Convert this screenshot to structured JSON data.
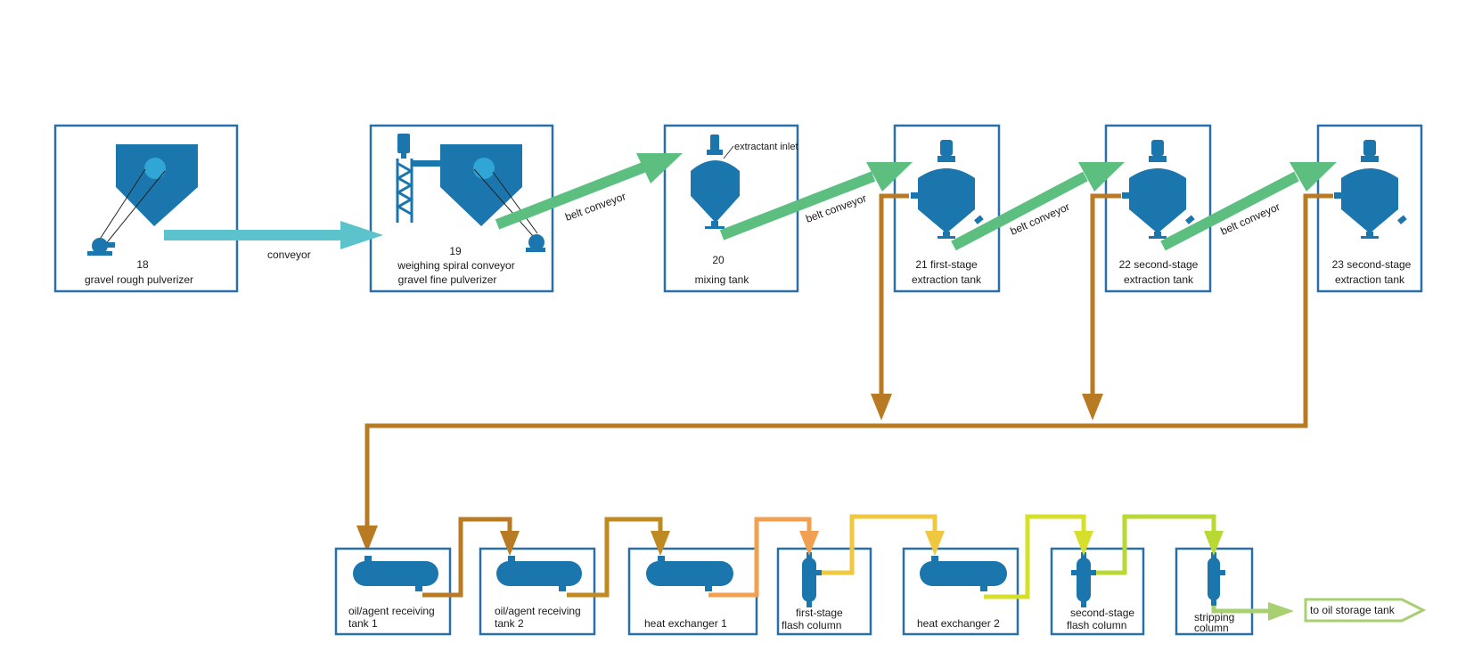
{
  "colors": {
    "box_border": "#2a6fa8",
    "equipment": "#1b76ad",
    "equipment_highlight": "#2fa6d6",
    "conveyor": "#5cc3cc",
    "belt_conveyor": "#5cbf80",
    "extract_line": "#b87a22",
    "line_orange": "#f0a050",
    "line_yellow": "#f0c840",
    "line_lime": "#d0e030",
    "line_green": "#b0d040",
    "outlet": "#a8d070"
  },
  "top_units": [
    {
      "id": "u18",
      "number": "18",
      "name": "gravel rough pulverizer",
      "icon": "hopper-pulverizer-icon"
    },
    {
      "id": "u19",
      "number": "19",
      "name_line1": "weighing spiral conveyor",
      "name_line2": "gravel fine pulverizer",
      "icon": "screw-conveyor-pulverizer-icon"
    },
    {
      "id": "u20",
      "number": "20",
      "name": "mixing tank",
      "icon": "mixing-tank-icon",
      "inlet_label": "extractant inlet"
    },
    {
      "id": "u21",
      "name_line1": "21 first-stage",
      "name_line2": "extraction tank",
      "icon": "extraction-tank-icon"
    },
    {
      "id": "u22",
      "name_line1": "22 second-stage",
      "name_line2": "extraction tank",
      "icon": "extraction-tank-icon"
    },
    {
      "id": "u23",
      "name_line1": "23 second-stage",
      "name_line2": "extraction tank",
      "icon": "extraction-tank-icon"
    }
  ],
  "conveyor_labels": {
    "c1": "conveyor",
    "c2": "belt conveyor",
    "c3": "belt conveyor",
    "c4": "belt conveyor",
    "c5": "belt conveyor"
  },
  "bottom_units": [
    {
      "line1": "oil/agent receiving",
      "line2": "tank 1",
      "icon": "horizontal-tank-icon"
    },
    {
      "line1": "oil/agent receiving",
      "line2": "tank 2",
      "icon": "horizontal-tank-icon"
    },
    {
      "line1": "heat exchanger 1",
      "line2": "",
      "icon": "heat-exchanger-icon"
    },
    {
      "line1": "first-stage",
      "line2": "flash column",
      "icon": "flash-column-icon"
    },
    {
      "line1": "heat exchanger 2",
      "line2": "",
      "icon": "heat-exchanger-icon"
    },
    {
      "line1": "second-stage",
      "line2": "flash column",
      "icon": "flash-column-icon"
    },
    {
      "line1": "stripping",
      "line2": "column",
      "icon": "stripping-column-icon"
    }
  ],
  "outlet_label": "to oil storage tank"
}
